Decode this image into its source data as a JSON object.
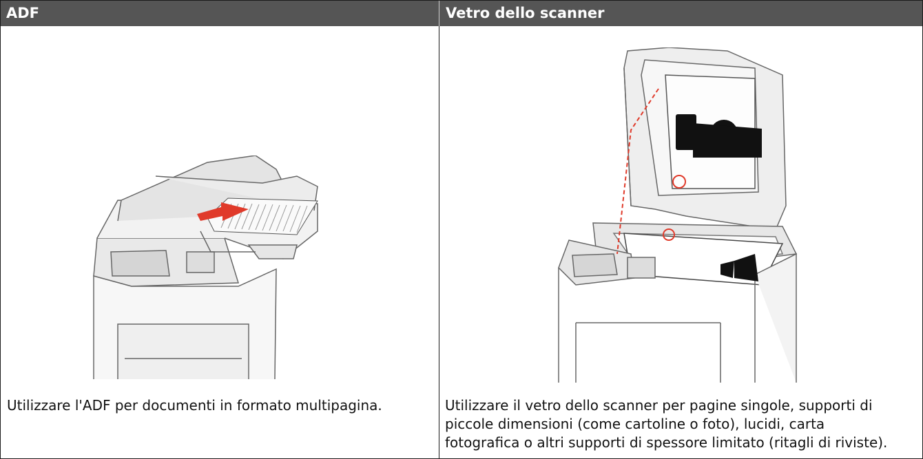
{
  "table": {
    "headers": [
      "ADF",
      "Vetro dello scanner"
    ],
    "captions": [
      "Utilizzare l'ADF per documenti in formato multipagina.",
      "Utilizzare il vetro dello scanner per pagine singole, supporti di piccole dimensioni (come cartoline o foto), lucidi, carta fotografica o altri supporti di spessore limitato (ritagli di riviste)."
    ],
    "caption_lines": [
      [
        "Utilizzare l'ADF per documenti in formato multipagina."
      ],
      [
        "Utilizzare il vetro dello scanner per pagine singole, supporti di",
        "piccole dimensioni (come cartoline o foto), lucidi, carta",
        "fotografica o altri supporti di spessore limitato (ritagli di riviste)."
      ]
    ]
  },
  "colors": {
    "header_bg": "#555555",
    "header_text": "#ffffff",
    "accent_arrow": "#e03a2a"
  }
}
